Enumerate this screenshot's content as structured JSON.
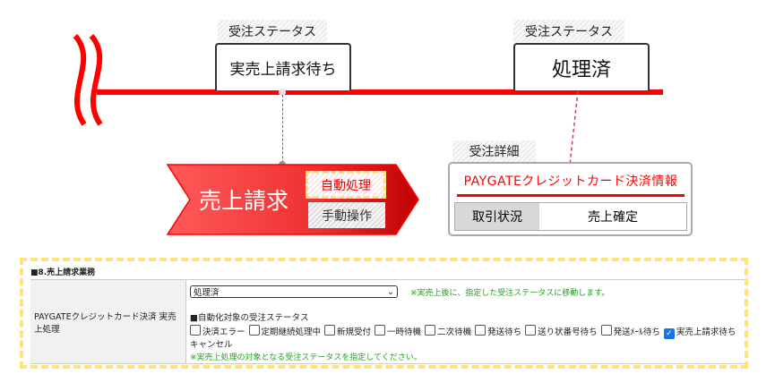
{
  "timeline": {
    "status_label": "受注ステータス",
    "status_before": "実売上請求待ち",
    "status_after": "処理済"
  },
  "process": {
    "title": "売上請求",
    "auto_label": "自動処理",
    "manual_label": "手動操作"
  },
  "detail": {
    "label": "受注詳細",
    "title": "PAYGATEクレジットカード決済情報",
    "field_label": "取引状況",
    "field_value": "売上確定"
  },
  "settings": {
    "section_title": "■8.売上請求業務",
    "row_label": "PAYGATEクレジットカード決済 実売上処理",
    "select_value": "処理済",
    "select_note": "※実売上後に、指定した受注ステータスに移動します。",
    "auto_heading": "■自動化対象の受注ステータス",
    "statuses": [
      {
        "label": "決済エラー",
        "checked": false
      },
      {
        "label": "定期継続処理中",
        "checked": false
      },
      {
        "label": "新規受付",
        "checked": false
      },
      {
        "label": "一時待機",
        "checked": false
      },
      {
        "label": "二次待機",
        "checked": false
      },
      {
        "label": "発送待ち",
        "checked": false
      },
      {
        "label": "送り状番号待ち",
        "checked": false
      },
      {
        "label": "発送ﾒｰﾙ待ち",
        "checked": false
      },
      {
        "label": "実売上請求待ち",
        "checked": true
      },
      {
        "label": "キャンセル",
        "checked": false
      }
    ],
    "statuses_note": "※実売上処理の対象となる受注ステータスを指定してください。"
  },
  "colors": {
    "accent": "#ff0000",
    "highlight": "#ffe27a",
    "note": "#22a022"
  }
}
